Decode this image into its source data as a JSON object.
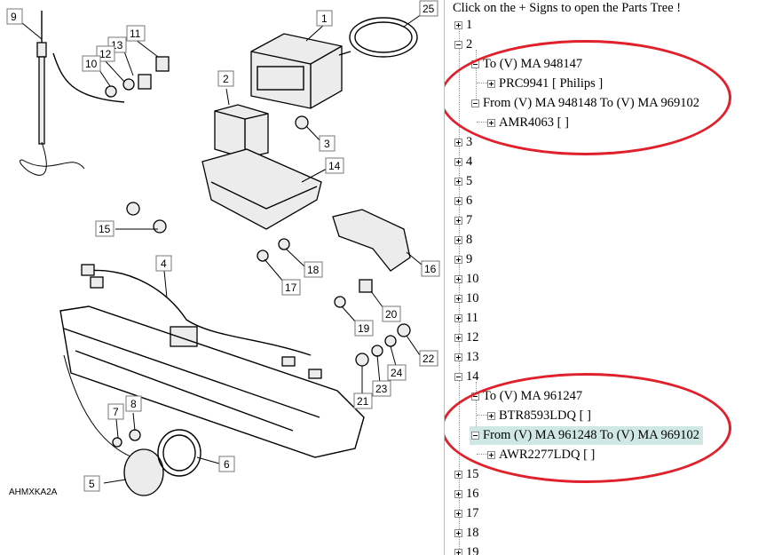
{
  "diagram": {
    "caption": "AHMXKA2A",
    "callouts": [
      "9",
      "1",
      "25",
      "13",
      "11",
      "12",
      "10",
      "2",
      "3",
      "14",
      "15",
      "4",
      "18",
      "17",
      "16",
      "20",
      "19",
      "22",
      "24",
      "23",
      "21",
      "8",
      "7",
      "6",
      "5"
    ]
  },
  "tree": {
    "header": "Click on the + Signs to open the Parts Tree !",
    "nodes": {
      "n1": "1",
      "n2": "2",
      "n2a": "To (V) MA 948147",
      "n2a1": "PRC9941 [ Philips ]",
      "n2b": "From (V) MA 948148 To (V) MA 969102",
      "n2b1": "AMR4063 [ ]",
      "n3": "3",
      "n4": "4",
      "n5": "5",
      "n6": "6",
      "n7": "7",
      "n8": "8",
      "n9": "9",
      "n10a": "10",
      "n10b": "10",
      "n11": "11",
      "n12": "12",
      "n13": "13",
      "n14": "14",
      "n14a": "To (V) MA 961247",
      "n14a1": "BTR8593LDQ [ ]",
      "n14b": "From (V) MA 961248 To (V) MA 969102",
      "n14b1": "AWR2277LDQ [ ]",
      "n15": "15",
      "n16": "16",
      "n17": "17",
      "n18": "18",
      "n19": "19"
    }
  },
  "colors": {
    "highlight": "#cfe8e3",
    "annotation": "#e0202a"
  }
}
